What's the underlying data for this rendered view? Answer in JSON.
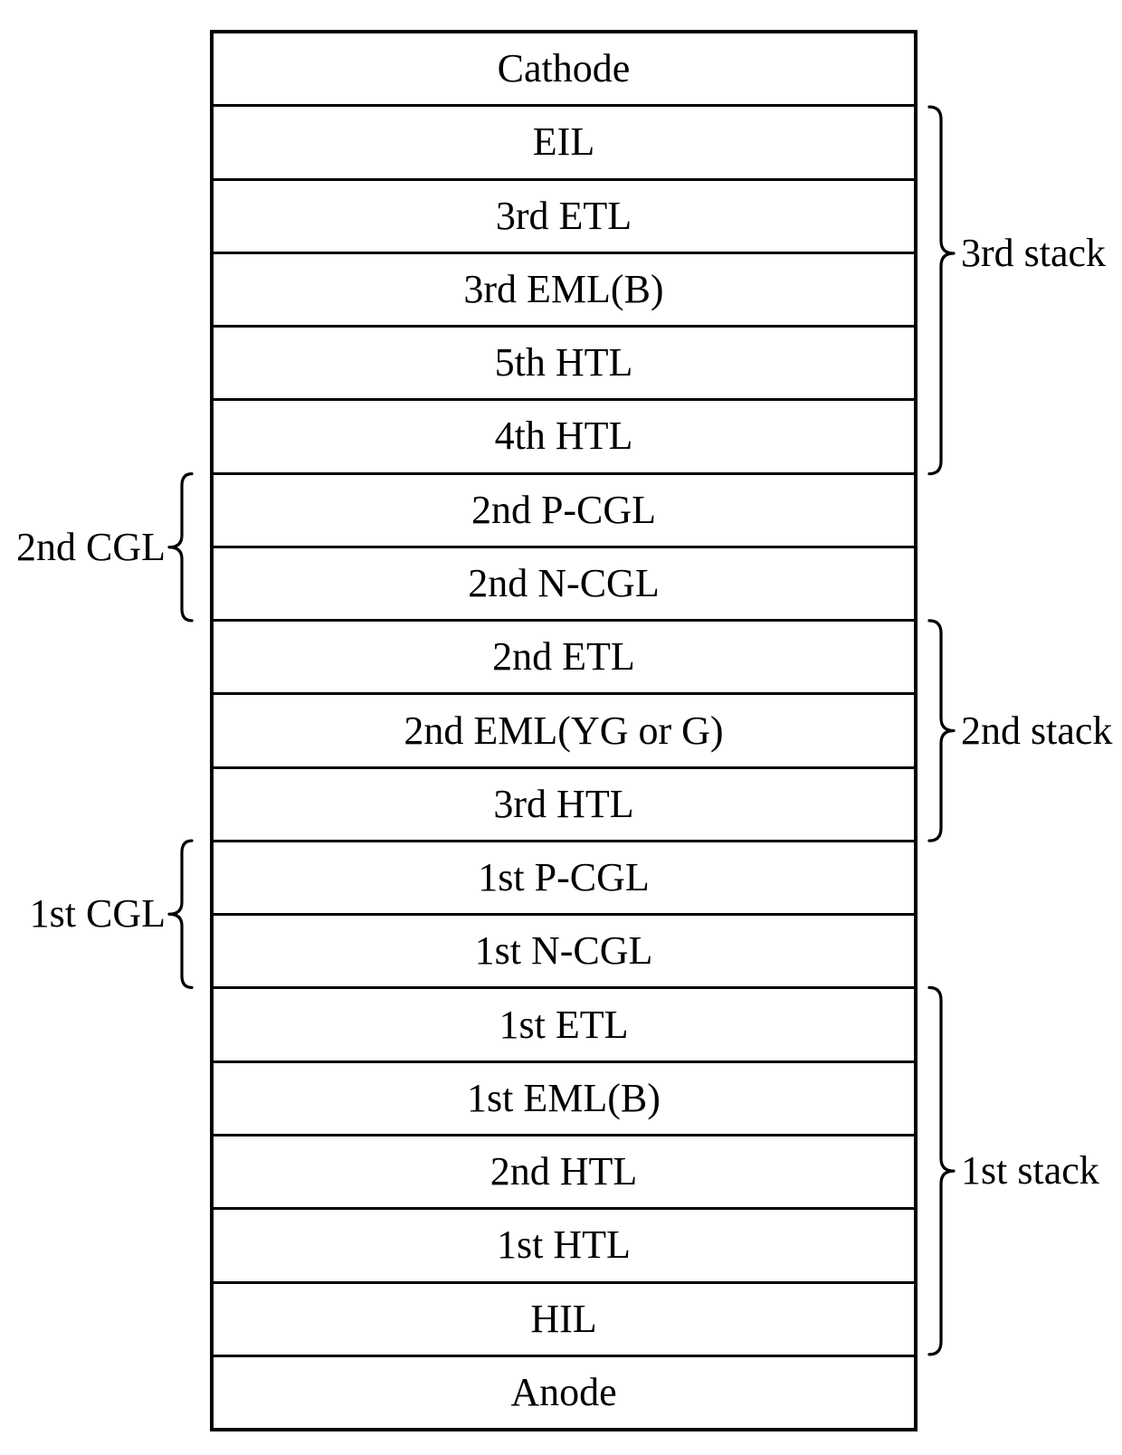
{
  "diagram": {
    "kind": "oled-layer-stack",
    "layers": [
      "Cathode",
      "EIL",
      "3rd ETL",
      "3rd EML(B)",
      "5th HTL",
      "4th HTL",
      "2nd P-CGL",
      "2nd N-CGL",
      "2nd ETL",
      "2nd EML(YG or G)",
      "3rd HTL",
      "1st P-CGL",
      "1st N-CGL",
      "1st ETL",
      "1st EML(B)",
      "2nd HTL",
      "1st HTL",
      "HIL",
      "Anode"
    ],
    "right_groups": [
      {
        "label": "3rd stack",
        "from": "EIL",
        "to": "4th HTL"
      },
      {
        "label": "2nd stack",
        "from": "2nd ETL",
        "to": "3rd HTL"
      },
      {
        "label": "1st stack",
        "from": "1st ETL",
        "to": "HIL"
      }
    ],
    "left_groups": [
      {
        "label": "2nd CGL",
        "from": "2nd P-CGL",
        "to": "2nd N-CGL"
      },
      {
        "label": "1st CGL",
        "from": "1st P-CGL",
        "to": "1st N-CGL"
      }
    ],
    "colors": {
      "line": "#000000",
      "text": "#000000",
      "background": "#ffffff"
    }
  }
}
